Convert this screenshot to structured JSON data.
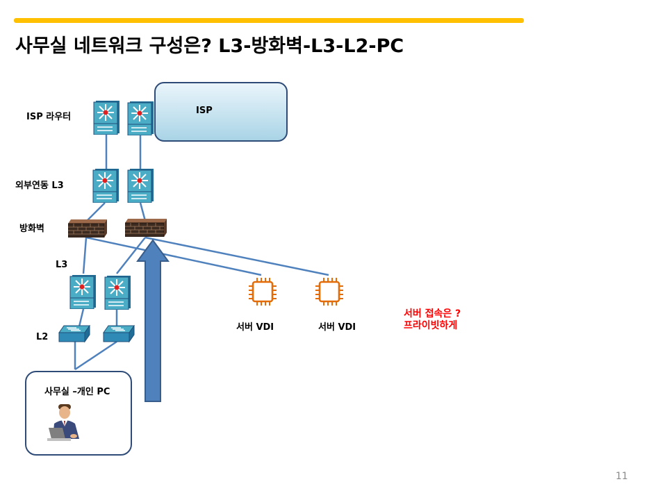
{
  "slide": {
    "title": "사무실 네트워크 구성은? L3-방화벽-L3-L2-PC",
    "page_number": "11"
  },
  "labels": {
    "isp_router": "ISP 라우터",
    "external_l3": "외부연동 L3",
    "firewall": "방화벽",
    "l3": "L3",
    "l2": "L2",
    "isp_cloud": "ISP",
    "server_vdi_1": "서버 VDI",
    "server_vdi_2": "서버 VDI",
    "office_pc": "사무실 –개인 PC"
  },
  "note": {
    "line1": "서버 접속은 ?",
    "line2": "프라이빗하게"
  },
  "colors": {
    "accent_bar": "#ffc000",
    "link": "#4f81bd",
    "arrow": "#4f81bd",
    "note": "#ff0000",
    "chip": "#e36c09"
  },
  "icons": {
    "router": "l3-switch-icon",
    "firewall": "firewall-icon",
    "l2": "l2-switch-icon",
    "server": "chip-icon",
    "user": "person-laptop-icon"
  }
}
